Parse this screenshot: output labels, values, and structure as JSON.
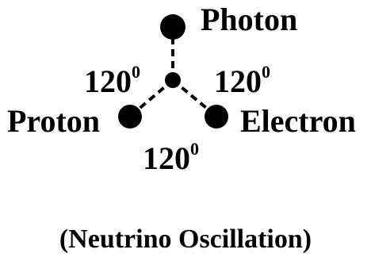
{
  "diagram": {
    "nodes": {
      "top": {
        "label": "Photon"
      },
      "left": {
        "label": "Proton"
      },
      "right": {
        "label": "Electron"
      }
    },
    "angles": {
      "upper_left": {
        "value": "120",
        "sup": "0"
      },
      "upper_right": {
        "value": "120",
        "sup": "0"
      },
      "bottom": {
        "value": "120",
        "sup": "0"
      }
    },
    "caption": "(Neutrino Oscillation)",
    "colors": {
      "ink": "#000000",
      "background": "#ffffff"
    }
  }
}
